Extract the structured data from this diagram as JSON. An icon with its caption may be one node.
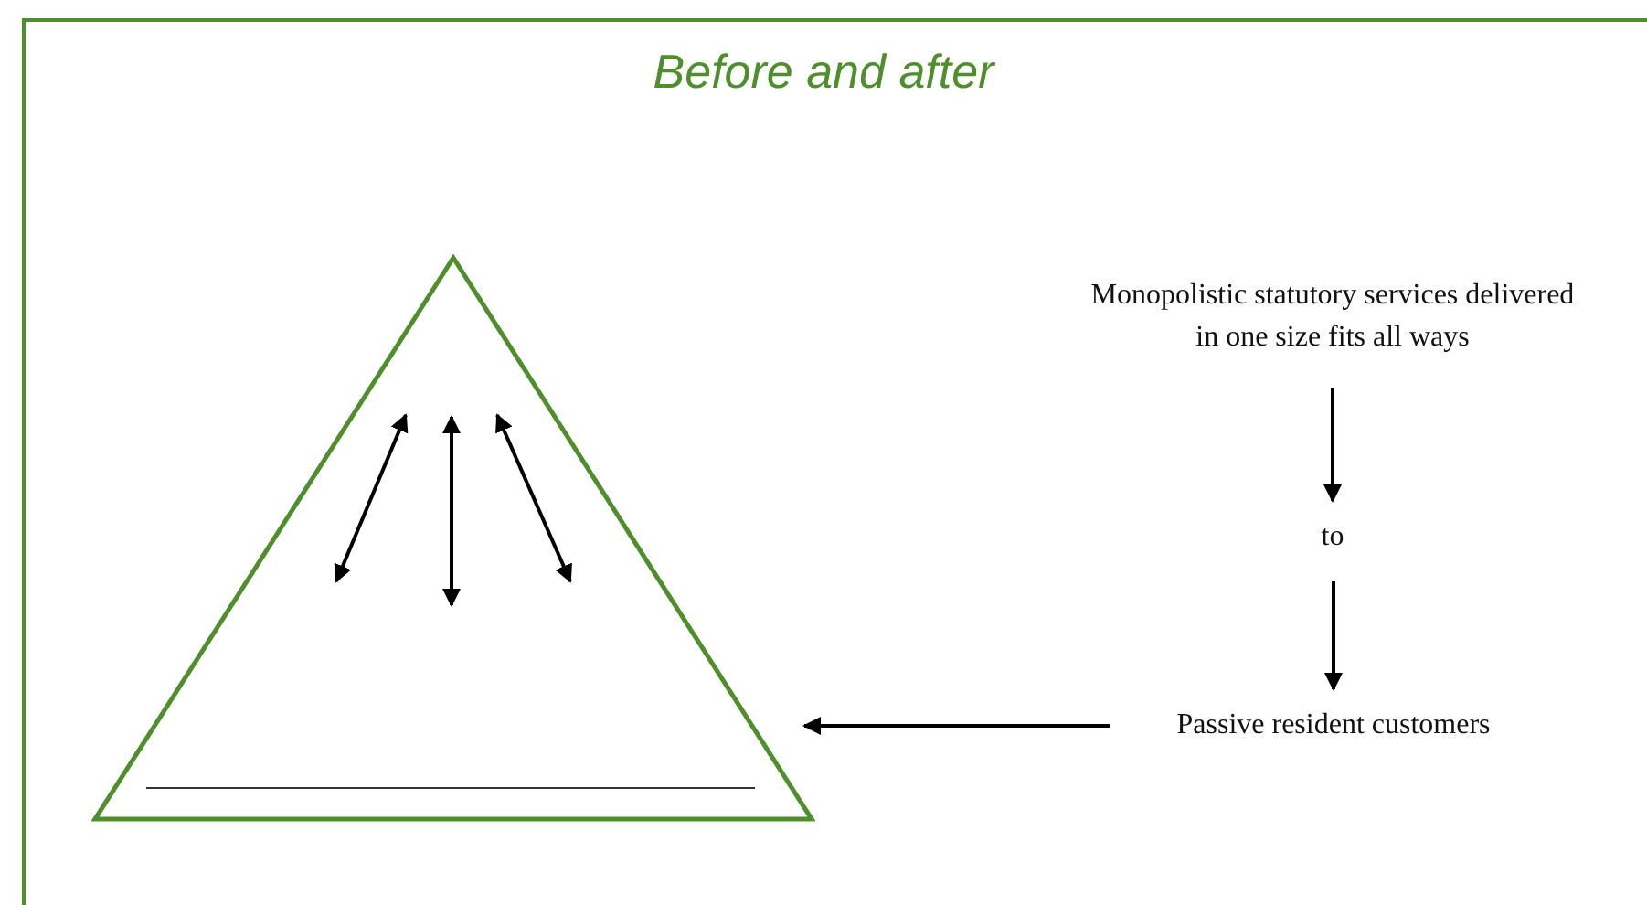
{
  "diagram": {
    "title": "Before and after",
    "nodes": [
      {
        "text": [],
        "shape": "triangle"
      },
      {
        "text": [
          "Monopolistic statutory services delivered in one size fits all ways"
        ]
      },
      {
        "text": [
          "to"
        ]
      },
      {
        "text": [
          "Passive resident customers"
        ]
      }
    ],
    "edges": [
      {
        "from": 1,
        "to": 2,
        "arrow": "to"
      },
      {
        "from": 2,
        "to": 3,
        "arrow": "to"
      },
      {
        "from": 3,
        "to": 0,
        "arrow": "to"
      }
    ]
  }
}
